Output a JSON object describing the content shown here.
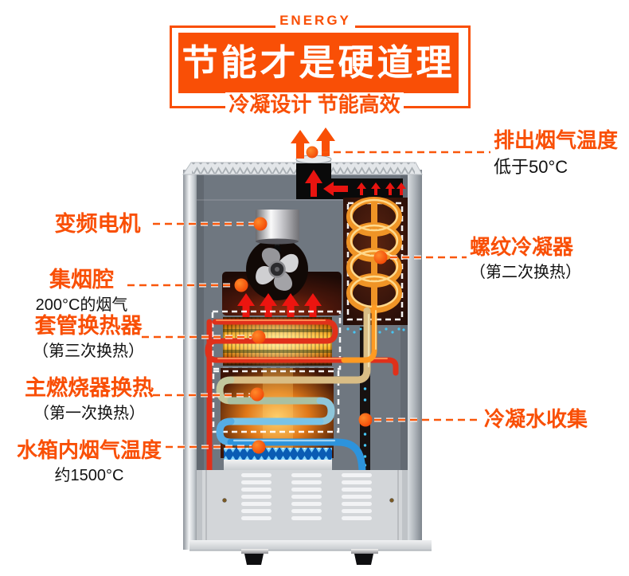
{
  "header": {
    "eyebrow": "ENERGY",
    "title": "节能才是硬道理",
    "subtitle": "冷凝设计 节能高效"
  },
  "labels": {
    "inverter_motor": {
      "title": "变频电机"
    },
    "smoke_chamber": {
      "title": "集烟腔",
      "sub": "200°C的烟气"
    },
    "casing_exchanger": {
      "title": "套管换热器",
      "sub": "（第三次换热）"
    },
    "main_burner": {
      "title": "主燃烧器换热",
      "sub": "（第一次换热）"
    },
    "tank_flue_temp": {
      "title": "水箱内烟气温度",
      "sub": "约1500°C"
    },
    "exhaust_temp": {
      "title": "排出烟气温度",
      "sub": "低于50°C"
    },
    "spiral_condenser": {
      "title": "螺纹冷凝器",
      "sub": "（第二次换热）"
    },
    "condensate_collection": {
      "title": "冷凝水收集"
    }
  },
  "colors": {
    "accent": "#f94f06",
    "label_text": "#111111",
    "dashed_line": "#f9570a"
  }
}
